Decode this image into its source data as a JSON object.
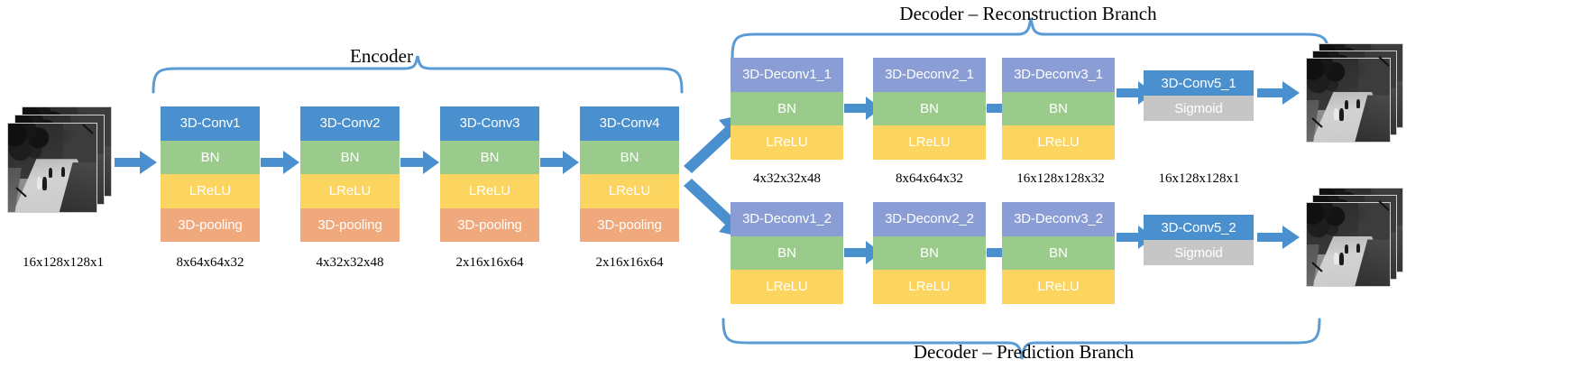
{
  "figure": {
    "type": "neural-network-architecture",
    "title_encoder": "Encoder",
    "title_decoder_top": "Decoder – Reconstruction Branch",
    "title_decoder_bottom": "Decoder – Prediction Branch"
  },
  "colors": {
    "conv": "#4a90cf",
    "deconv": "#8a9dd4",
    "bn": "#9acb8c",
    "lrelu": "#fbd55f",
    "pooling": "#f0a97c",
    "sigmoid": "#c6c6c6",
    "arrow": "#4a90cf",
    "brace": "#5b9bd5",
    "text_on_block": "#ffffff",
    "caption": "#000000"
  },
  "input": {
    "caption": "16x128x128x1"
  },
  "encoder": {
    "label": "Encoder",
    "blocks": [
      {
        "name": "3D-Conv1",
        "rows": [
          "3D-Conv1",
          "BN",
          "LReLU",
          "3D-pooling"
        ],
        "output_dims": "8x64x64x32"
      },
      {
        "name": "3D-Conv2",
        "rows": [
          "3D-Conv2",
          "BN",
          "LReLU",
          "3D-pooling"
        ],
        "output_dims": "4x32x32x48"
      },
      {
        "name": "3D-Conv3",
        "rows": [
          "3D-Conv3",
          "BN",
          "LReLU",
          "3D-pooling"
        ],
        "output_dims": "2x16x16x64"
      },
      {
        "name": "3D-Conv4",
        "rows": [
          "3D-Conv4",
          "BN",
          "LReLU",
          "3D-pooling"
        ],
        "output_dims": "2x16x16x64"
      }
    ]
  },
  "decoder_reconstruction": {
    "label": "Decoder – Reconstruction Branch",
    "blocks": [
      {
        "name": "3D-Deconv1_1",
        "rows": [
          "3D-Deconv1_1",
          "BN",
          "LReLU"
        ],
        "output_dims": "4x32x32x48"
      },
      {
        "name": "3D-Deconv2_1",
        "rows": [
          "3D-Deconv2_1",
          "BN",
          "LReLU"
        ],
        "output_dims": "8x64x64x32"
      },
      {
        "name": "3D-Deconv3_1",
        "rows": [
          "3D-Deconv3_1",
          "BN",
          "LReLU"
        ],
        "output_dims": "16x128x128x32"
      },
      {
        "name": "3D-Conv5_1",
        "rows": [
          "3D-Conv5_1",
          "Sigmoid"
        ],
        "output_dims": "16x128x128x1"
      }
    ]
  },
  "decoder_prediction": {
    "label": "Decoder – Prediction Branch",
    "blocks": [
      {
        "name": "3D-Deconv1_2",
        "rows": [
          "3D-Deconv1_2",
          "BN",
          "LReLU"
        ],
        "output_dims": ""
      },
      {
        "name": "3D-Deconv2_2",
        "rows": [
          "3D-Deconv2_2",
          "BN",
          "LReLU"
        ],
        "output_dims": ""
      },
      {
        "name": "3D-Deconv3_2",
        "rows": [
          "3D-Deconv3_2",
          "BN",
          "LReLU"
        ],
        "output_dims": ""
      },
      {
        "name": "3D-Conv5_2",
        "rows": [
          "3D-Conv5_2",
          "Sigmoid"
        ],
        "output_dims": ""
      }
    ]
  },
  "outputs": {
    "reconstruction_caption": "",
    "prediction_caption": ""
  }
}
